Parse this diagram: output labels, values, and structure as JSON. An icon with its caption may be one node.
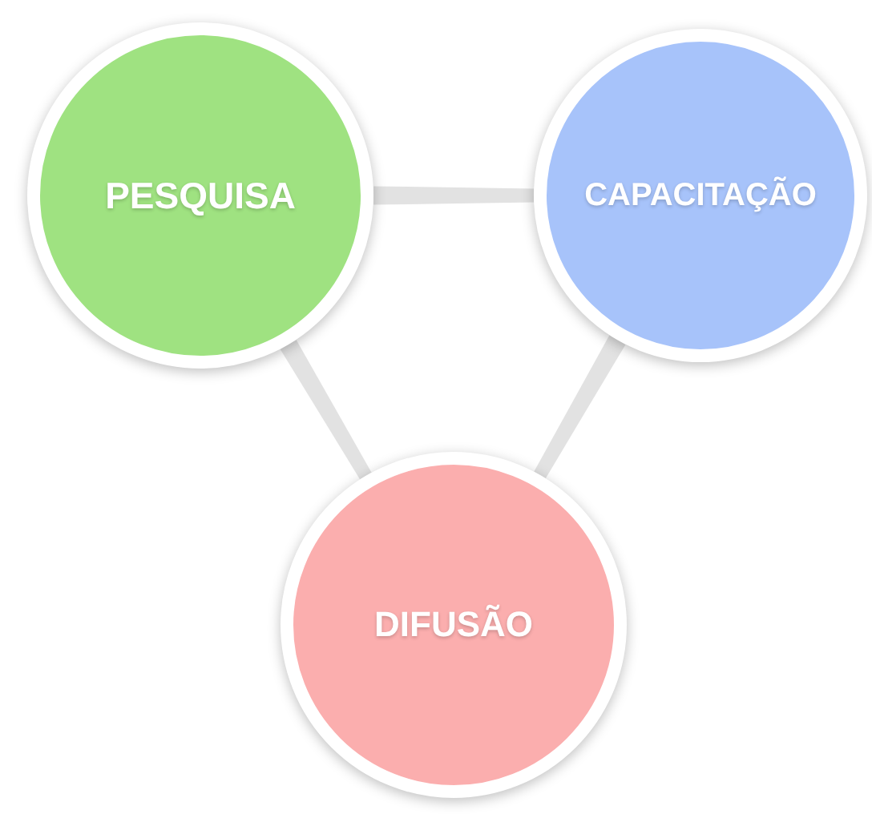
{
  "diagram": {
    "nodes": [
      {
        "text": [
          "PESQUISA"
        ]
      },
      {
        "text": [
          "CAPACITAÇÃO"
        ]
      },
      {
        "text": [
          "DIFUSÃO"
        ]
      }
    ],
    "edges": [
      {
        "from": 0,
        "to": 1,
        "arrow": "none"
      },
      {
        "from": 0,
        "to": 2,
        "arrow": "none"
      },
      {
        "from": 1,
        "to": 2,
        "arrow": "none"
      }
    ]
  }
}
